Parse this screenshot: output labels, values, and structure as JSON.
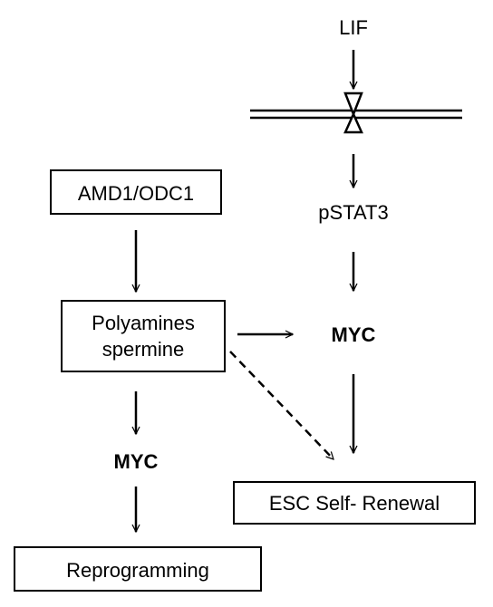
{
  "nodes": {
    "lif": "LIF",
    "amd1_odc1": "AMD1/ODC1",
    "pstat3": "pSTAT3",
    "polyamines_line1": "Polyamines",
    "polyamines_line2": "spermine",
    "myc_right": "MYC",
    "myc_left": "MYC",
    "esc_self_renewal": "ESC Self- Renewal",
    "reprogramming": "Reprogramming"
  },
  "colors": {
    "stroke": "#000000",
    "background": "#ffffff"
  }
}
